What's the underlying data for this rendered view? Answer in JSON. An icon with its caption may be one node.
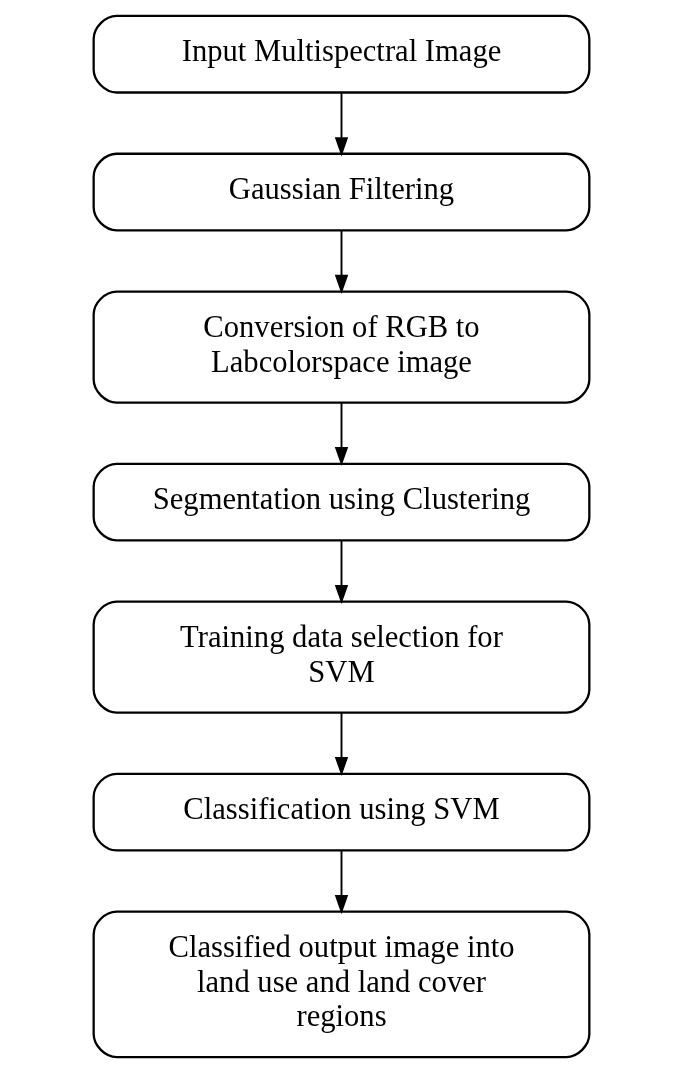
{
  "diagram": {
    "nodes": [
      {
        "text": [
          "Input Multispectral Image"
        ]
      },
      {
        "text": [
          "Gaussian Filtering"
        ]
      },
      {
        "text": [
          "Conversion of RGB to Labcolorspace image"
        ]
      },
      {
        "text": [
          "Segmentation using Clustering"
        ]
      },
      {
        "text": [
          "Training data selection for SVM"
        ]
      },
      {
        "text": [
          "Classification using SVM"
        ]
      },
      {
        "text": [
          "Classified output image into land use and land cover regions"
        ]
      }
    ],
    "edges": [
      {
        "from": 0,
        "to": 1,
        "arrow": "to"
      },
      {
        "from": 1,
        "to": 2,
        "arrow": "to"
      },
      {
        "from": 2,
        "to": 3,
        "arrow": "to"
      },
      {
        "from": 3,
        "to": 4,
        "arrow": "to"
      },
      {
        "from": 4,
        "to": 5,
        "arrow": "to"
      },
      {
        "from": 5,
        "to": 6,
        "arrow": "to"
      }
    ]
  }
}
